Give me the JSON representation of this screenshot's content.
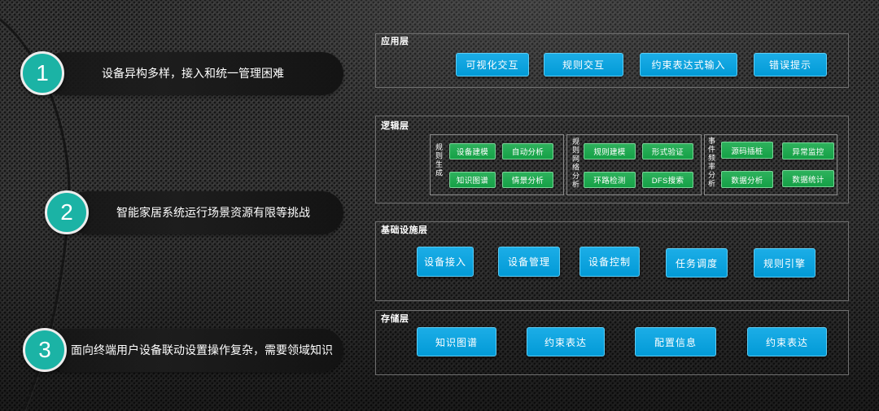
{
  "challenges": [
    {
      "number": "1",
      "text": "设备异构多样，接入和统一管理困难"
    },
    {
      "number": "2",
      "text": "智能家居系统运行场景资源有限等挑战"
    },
    {
      "number": "3",
      "text": "面向终端用户设备联动设置操作复杂，需要领域知识"
    }
  ],
  "architecture": {
    "application_layer": {
      "title": "应用层",
      "items": [
        "可视化交互",
        "规则交互",
        "约束表达式输入",
        "错误提示"
      ]
    },
    "logic_layer": {
      "title": "逻辑层",
      "groups": [
        {
          "label": "规则生成",
          "items": [
            "设备建模",
            "自动分析",
            "知识图谱",
            "情景分析"
          ]
        },
        {
          "label": "规则网络分析",
          "items": [
            "规则建模",
            "形式验证",
            "环路检测",
            "DFS搜索"
          ]
        },
        {
          "label": "事件频率分析",
          "items": [
            "源码插桩",
            "异常监控",
            "数据分析",
            "数据统计"
          ]
        }
      ]
    },
    "infrastructure_layer": {
      "title": "基础设施层",
      "items": [
        "设备接入",
        "设备管理",
        "设备控制",
        "任务调度",
        "规则引擎"
      ]
    },
    "storage_layer": {
      "title": "存储层",
      "items": [
        "知识图谱",
        "约束表达",
        "配置信息",
        "约束表达"
      ]
    }
  },
  "colors": {
    "background": "#363636",
    "circle_teal": "#1bb3a5",
    "pill": "#1d1d1d",
    "blue_button": "#02a4e4",
    "green_button": "#16a94a",
    "layer_border": "#6f6f6f"
  }
}
